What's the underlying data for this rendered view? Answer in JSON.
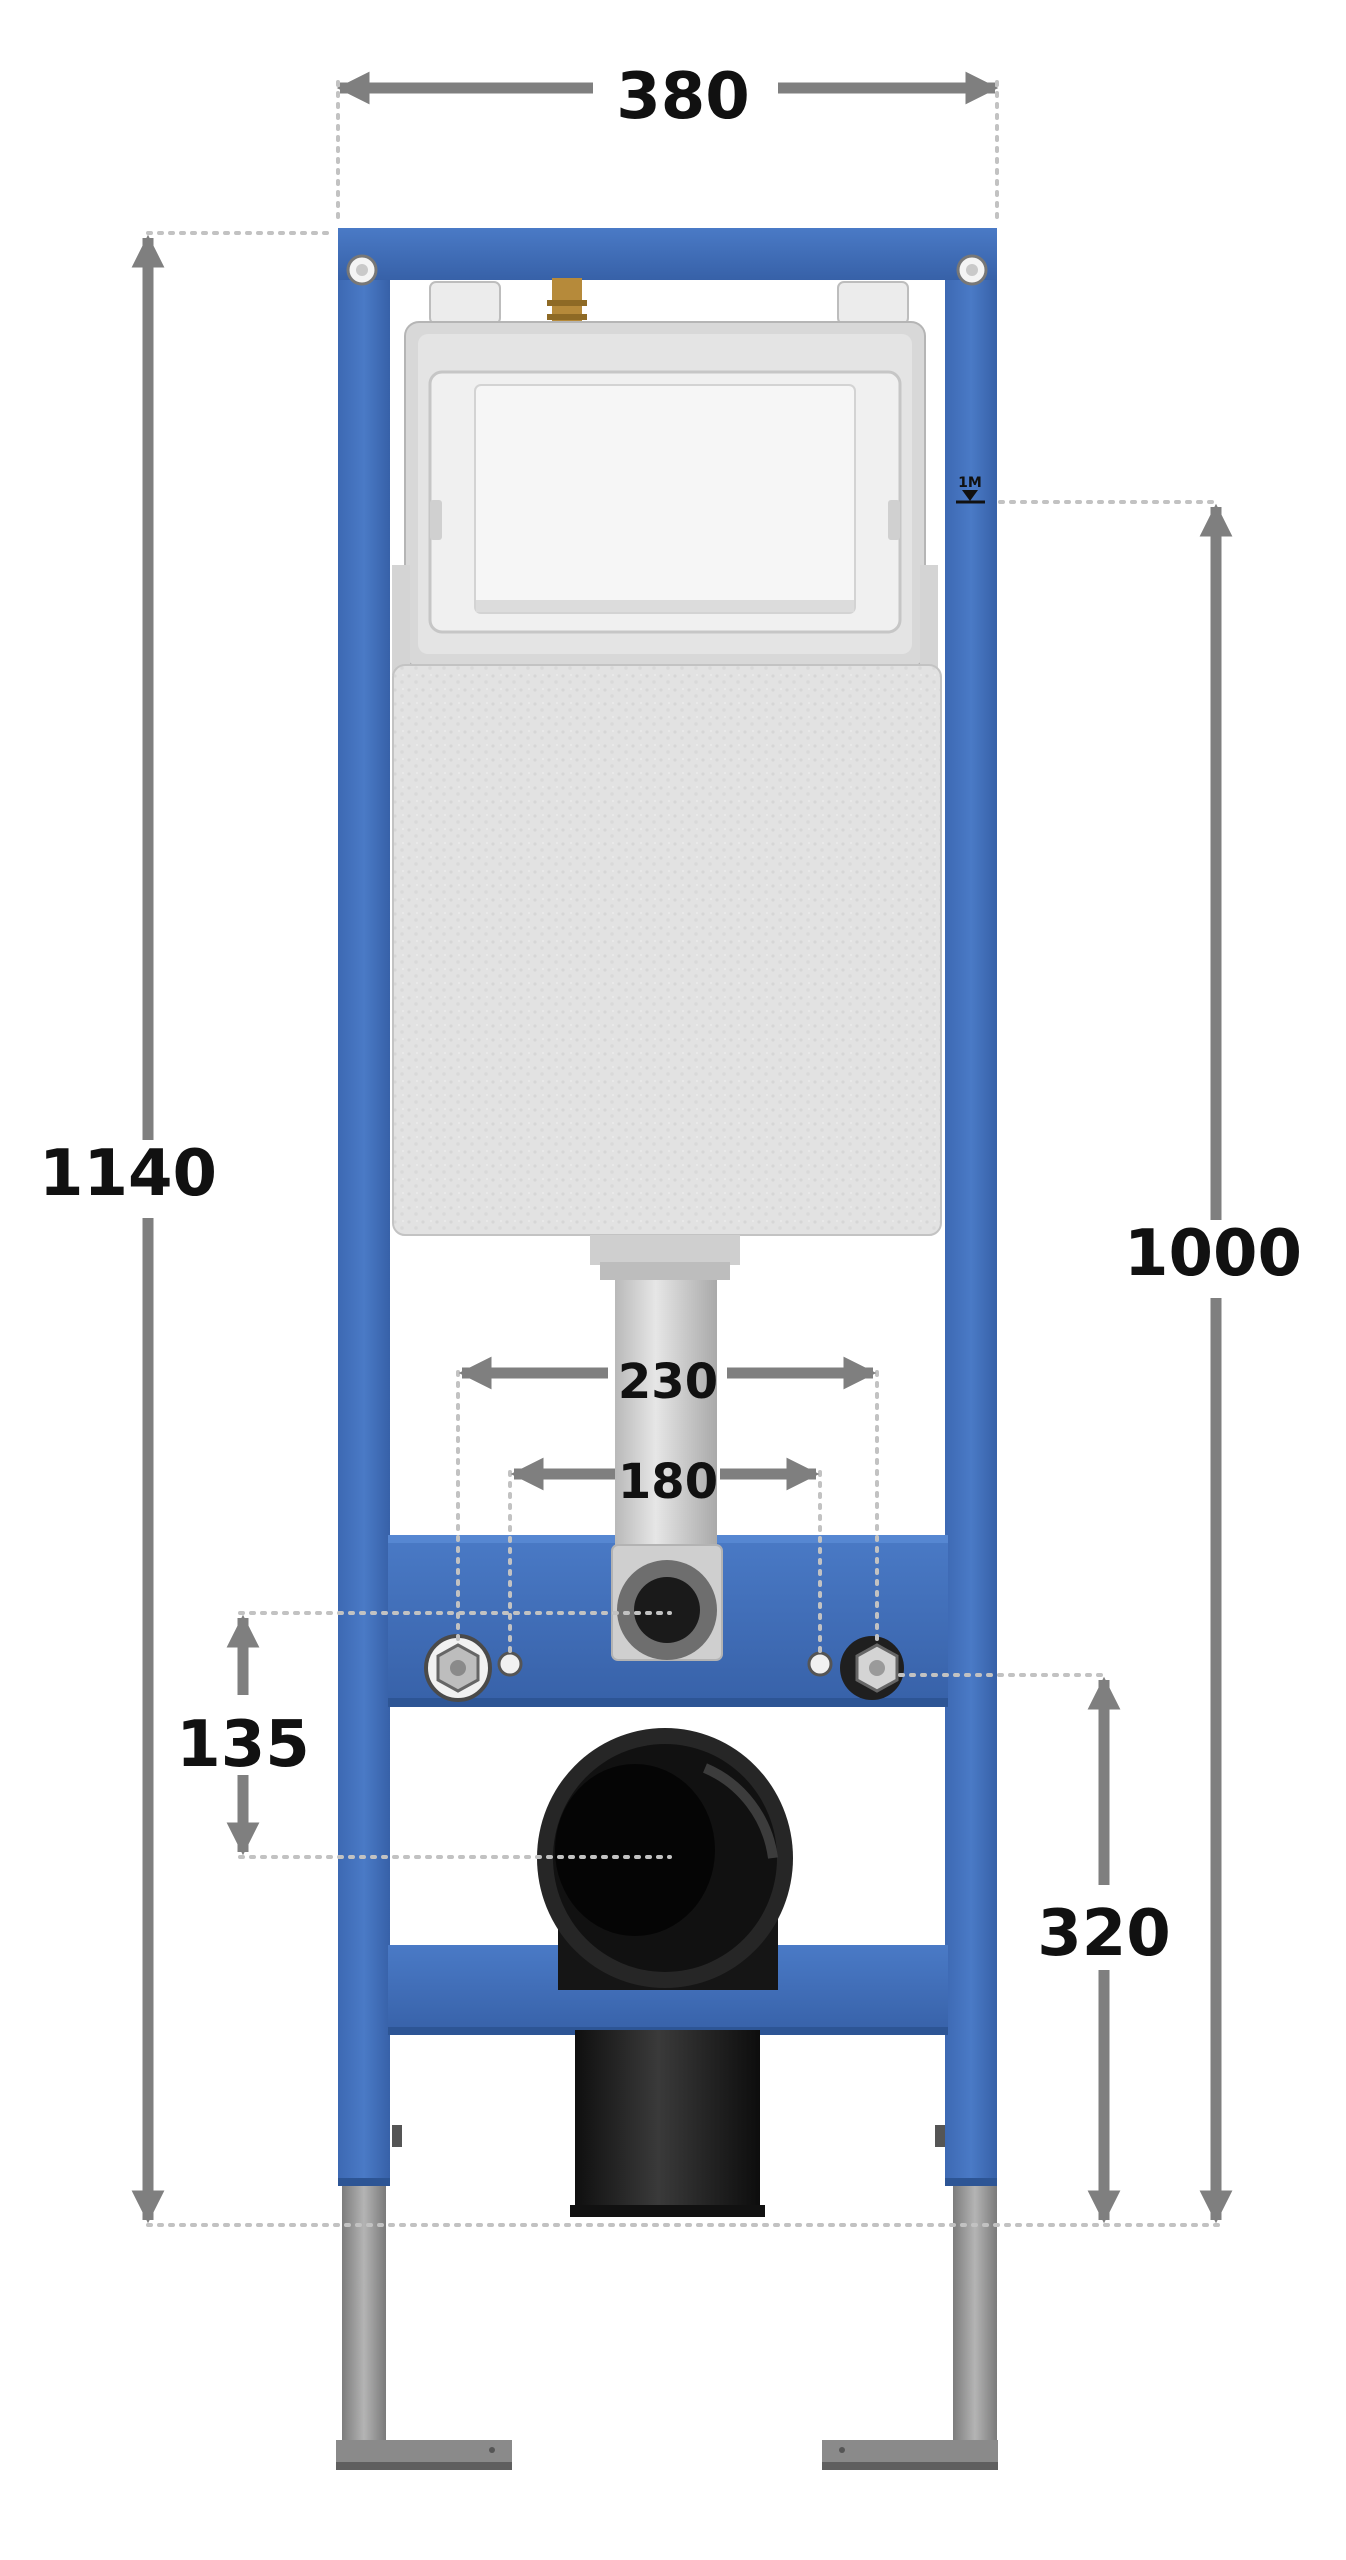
{
  "dimensions": {
    "width_top": "380",
    "height_total": "1140",
    "height_mark": "1000",
    "stud_outer": "230",
    "stud_inner": "180",
    "drain_offset": "135",
    "stud_height": "320"
  },
  "level_mark": "1M",
  "colors": {
    "frame_blue": "#4472bd",
    "frame_blue_dark": "#345fa3",
    "dim_gray": "#7f7f7f",
    "dotted_gray": "#c2c2c2",
    "text": "#111111",
    "cistern_gray": "#e1e1e1",
    "pipe_black": "#1c1c1c",
    "leg_steel": "#9a9a9a"
  }
}
